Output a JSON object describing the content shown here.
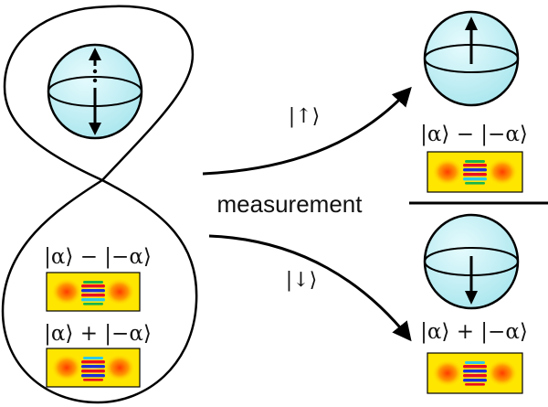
{
  "center_label": "measurement",
  "arrows": {
    "top_label": "|↑⟩",
    "bottom_label": "|↓⟩"
  },
  "states": {
    "left_minus": "|α⟩ − |−α⟩",
    "left_plus": "|α⟩ + |−α⟩",
    "right_top": "|α⟩ − |−α⟩",
    "right_bottom": "|α⟩ + |−α⟩"
  },
  "colors": {
    "sphere_fill": "#bfeff4",
    "outline": "#000000",
    "wigner_background": "#ffe600",
    "wigner_peak": "#ff6a00",
    "fringe_red": "#e8101e",
    "fringe_blue": "#1d2fd6",
    "fringe_green": "#19b34a",
    "fringe_cyan": "#2bc8e8"
  },
  "icons": {
    "bloch_sphere": "bloch-sphere-icon",
    "wigner_plot": "wigner-function-plot"
  }
}
